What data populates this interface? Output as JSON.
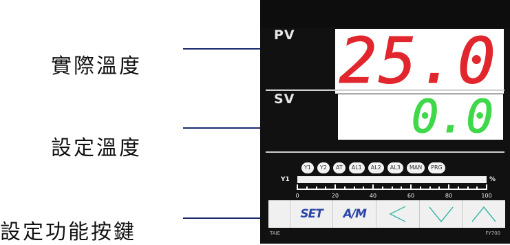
{
  "callouts": {
    "actual_temp": "實際溫度",
    "set_temp": "設定溫度",
    "function_keys": "設定功能按鍵"
  },
  "device": {
    "pv_label": "PV",
    "pv_value": "25.0",
    "sv_label": "SV",
    "sv_value": "0.0",
    "indicators": [
      "Y1",
      "Y2",
      "AT",
      "AL1",
      "AL2",
      "AL3",
      "MAN",
      "PRG"
    ],
    "bar_label": "Y1",
    "bar_unit": "%",
    "bar_level_percent": 0,
    "scale": [
      "0",
      "20",
      "40",
      "60",
      "80",
      "100"
    ],
    "keys": {
      "set": "SET",
      "am": "A/M",
      "left_icon": "chevron-left-icon",
      "down_icon": "chevron-down-icon",
      "up_icon": "chevron-up-icon"
    },
    "footer_left": "TAIE",
    "footer_right": "FY700"
  },
  "colors": {
    "pv_digits": "#e2262e",
    "sv_digits": "#3fd84a",
    "leader_lines": "#1c2a6e",
    "key_text": "#2b45a8"
  }
}
